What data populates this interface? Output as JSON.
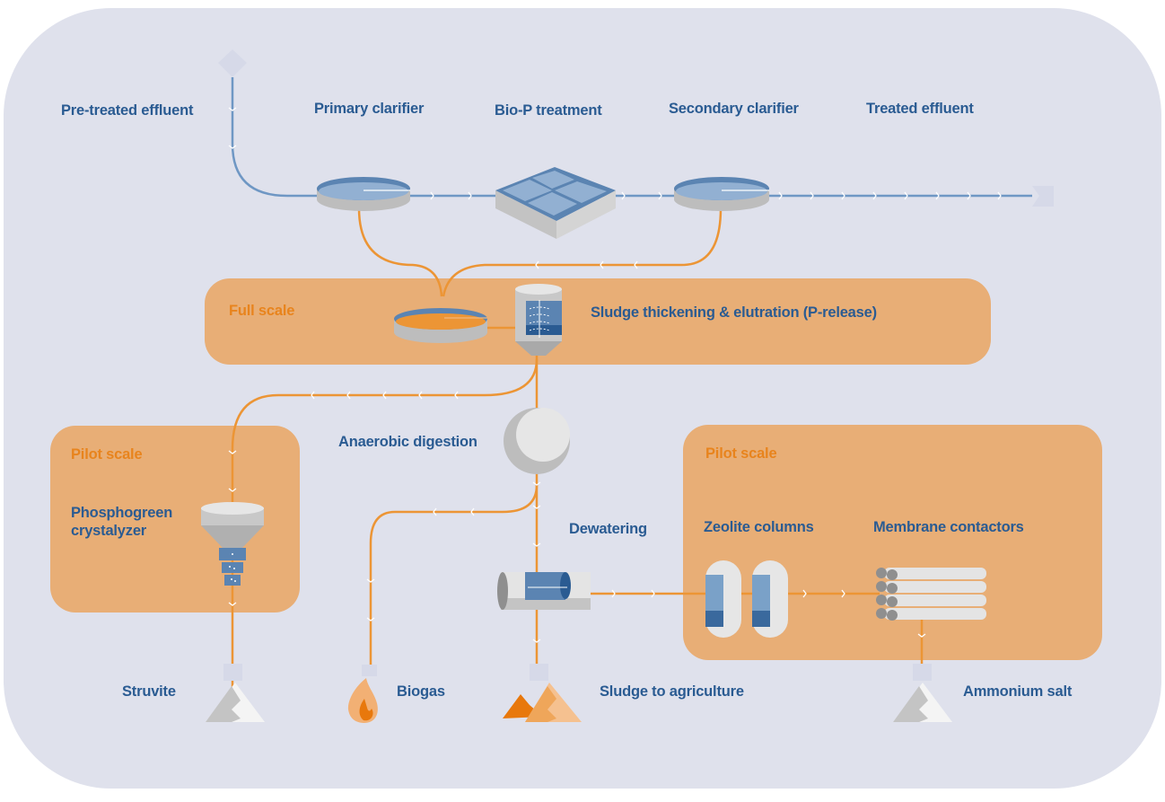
{
  "diagram": {
    "top_row_labels": {
      "pretreated": "Pre-treated effluent",
      "primary": "Primary clarifier",
      "biop": "Bio-P treatment",
      "secondary": "Secondary clarifier",
      "treated": "Treated effluent"
    },
    "full_scale": {
      "title": "Full scale",
      "process": "Sludge thickening & elutration (P-release)"
    },
    "pilot_left": {
      "title": "Pilot scale",
      "process": "Phosphogreen crystalyzer"
    },
    "pilot_right": {
      "title": "Pilot scale",
      "zeolite": "Zeolite columns",
      "membrane": "Membrane contactors"
    },
    "middle": {
      "digestion": "Anaerobic digestion",
      "dewatering": "Dewatering"
    },
    "outputs": {
      "struvite": "Struvite",
      "biogas": "Biogas",
      "sludge": "Sludge to agriculture",
      "ammonium": "Ammonium salt"
    },
    "colors": {
      "background": "#dfe1ec",
      "panel": "#e8ae76",
      "water_line": "#6f97c4",
      "sludge_line": "#ec9535",
      "label_blue": "#2a5b92",
      "label_orange": "#e8841d"
    }
  }
}
